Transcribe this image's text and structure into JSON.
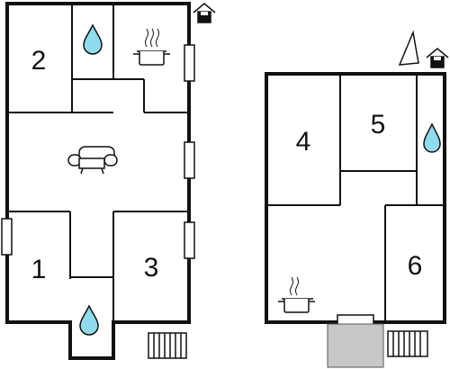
{
  "room_numbers": [
    "1",
    "2",
    "3",
    "4",
    "5",
    "6"
  ],
  "colors": {
    "wall": "#111111",
    "water": "#8fdcee",
    "window_fill": "#ffffff",
    "entrance_fill": "#c8c8c8",
    "background": "#ffffff"
  },
  "icons": {
    "water": "water-drop-icon",
    "kitchen": "cooking-pot-icon",
    "living": "sofa-icon",
    "house": "house-icon",
    "north": "north-arrow-icon",
    "stairs": "stairs-icon"
  }
}
